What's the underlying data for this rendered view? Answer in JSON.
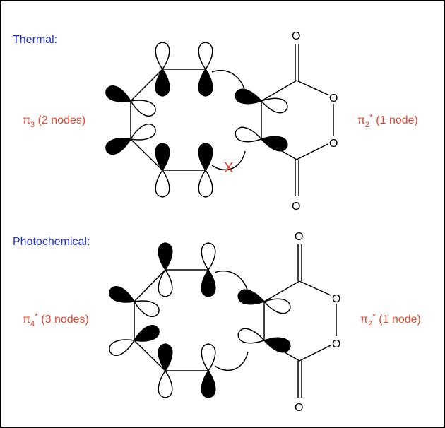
{
  "panels": [
    {
      "heading": "Thermal:",
      "left_label": {
        "orbital": "π",
        "sub": "3",
        "sup": "",
        "nodes": " (2 nodes)"
      },
      "right_label": {
        "orbital": "π",
        "sub": "2",
        "sup": "*",
        "nodes": " (1 node)"
      },
      "disallowed_mark": "X",
      "atoms": {
        "oxygen": "O"
      }
    },
    {
      "heading": "Photochemical:",
      "left_label": {
        "orbital": "π",
        "sub": "4",
        "sup": "*",
        "nodes": " (3 nodes)"
      },
      "right_label": {
        "orbital": "π",
        "sub": "2",
        "sup": "*",
        "nodes": " (1 node)"
      },
      "atoms": {
        "oxygen": "O"
      }
    }
  ]
}
